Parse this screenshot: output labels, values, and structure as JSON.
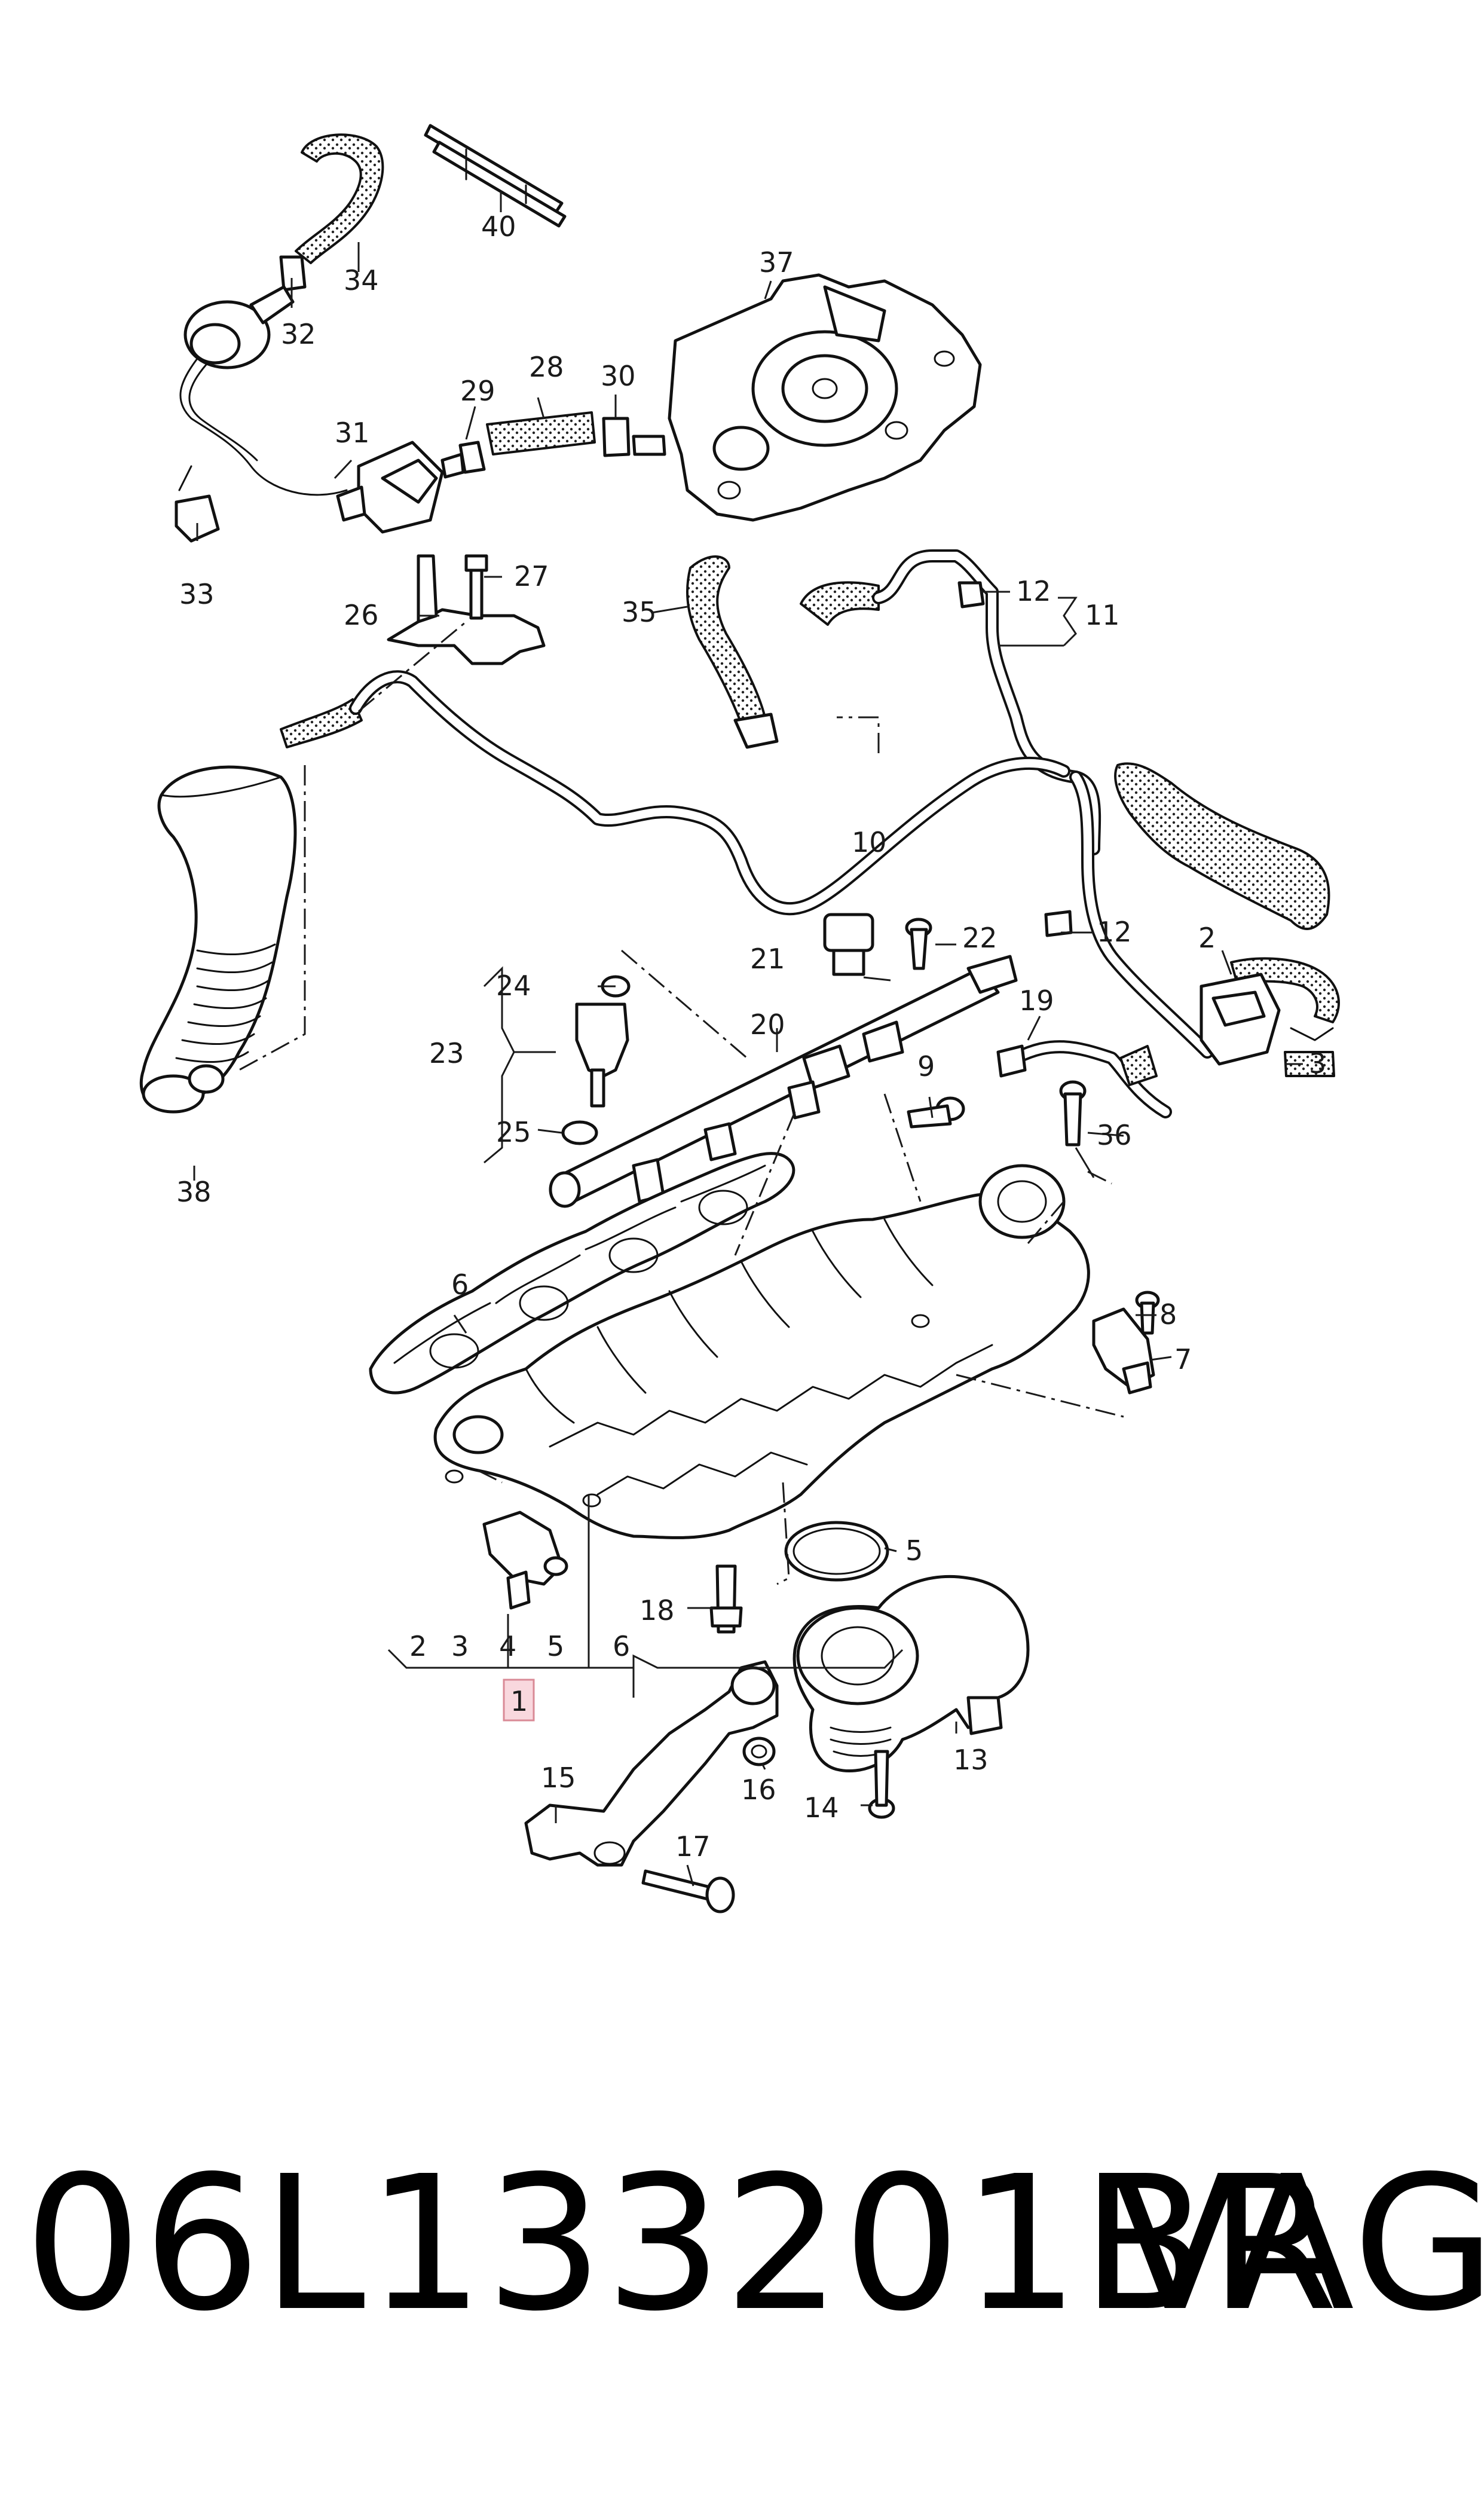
{
  "diagram": {
    "labels": {
      "l1": "1",
      "l2": "2",
      "l3": "3",
      "l4": "4",
      "l5": "5",
      "l6": "6",
      "l7": "7",
      "l8": "8",
      "l9": "9",
      "l10": "10",
      "l11": "11",
      "l12": "12",
      "l13": "13",
      "l14": "14",
      "l15": "15",
      "l16": "16",
      "l17": "17",
      "l18": "18",
      "l19": "19",
      "l20": "20",
      "l21": "21",
      "l22": "22",
      "l23": "23",
      "l24": "24",
      "l25": "25",
      "l26": "26",
      "l27": "27",
      "l28": "28",
      "l29": "29",
      "l30": "30",
      "l31": "31",
      "l32": "32",
      "l33": "33",
      "l34": "34",
      "l35": "35",
      "l36": "36",
      "l37": "37",
      "l38": "38",
      "l40": "40"
    },
    "highlight_label": "1",
    "highlight_color": "#f9d8de"
  },
  "footer": {
    "part_number": "06L133201BR",
    "brand": "VAG"
  }
}
